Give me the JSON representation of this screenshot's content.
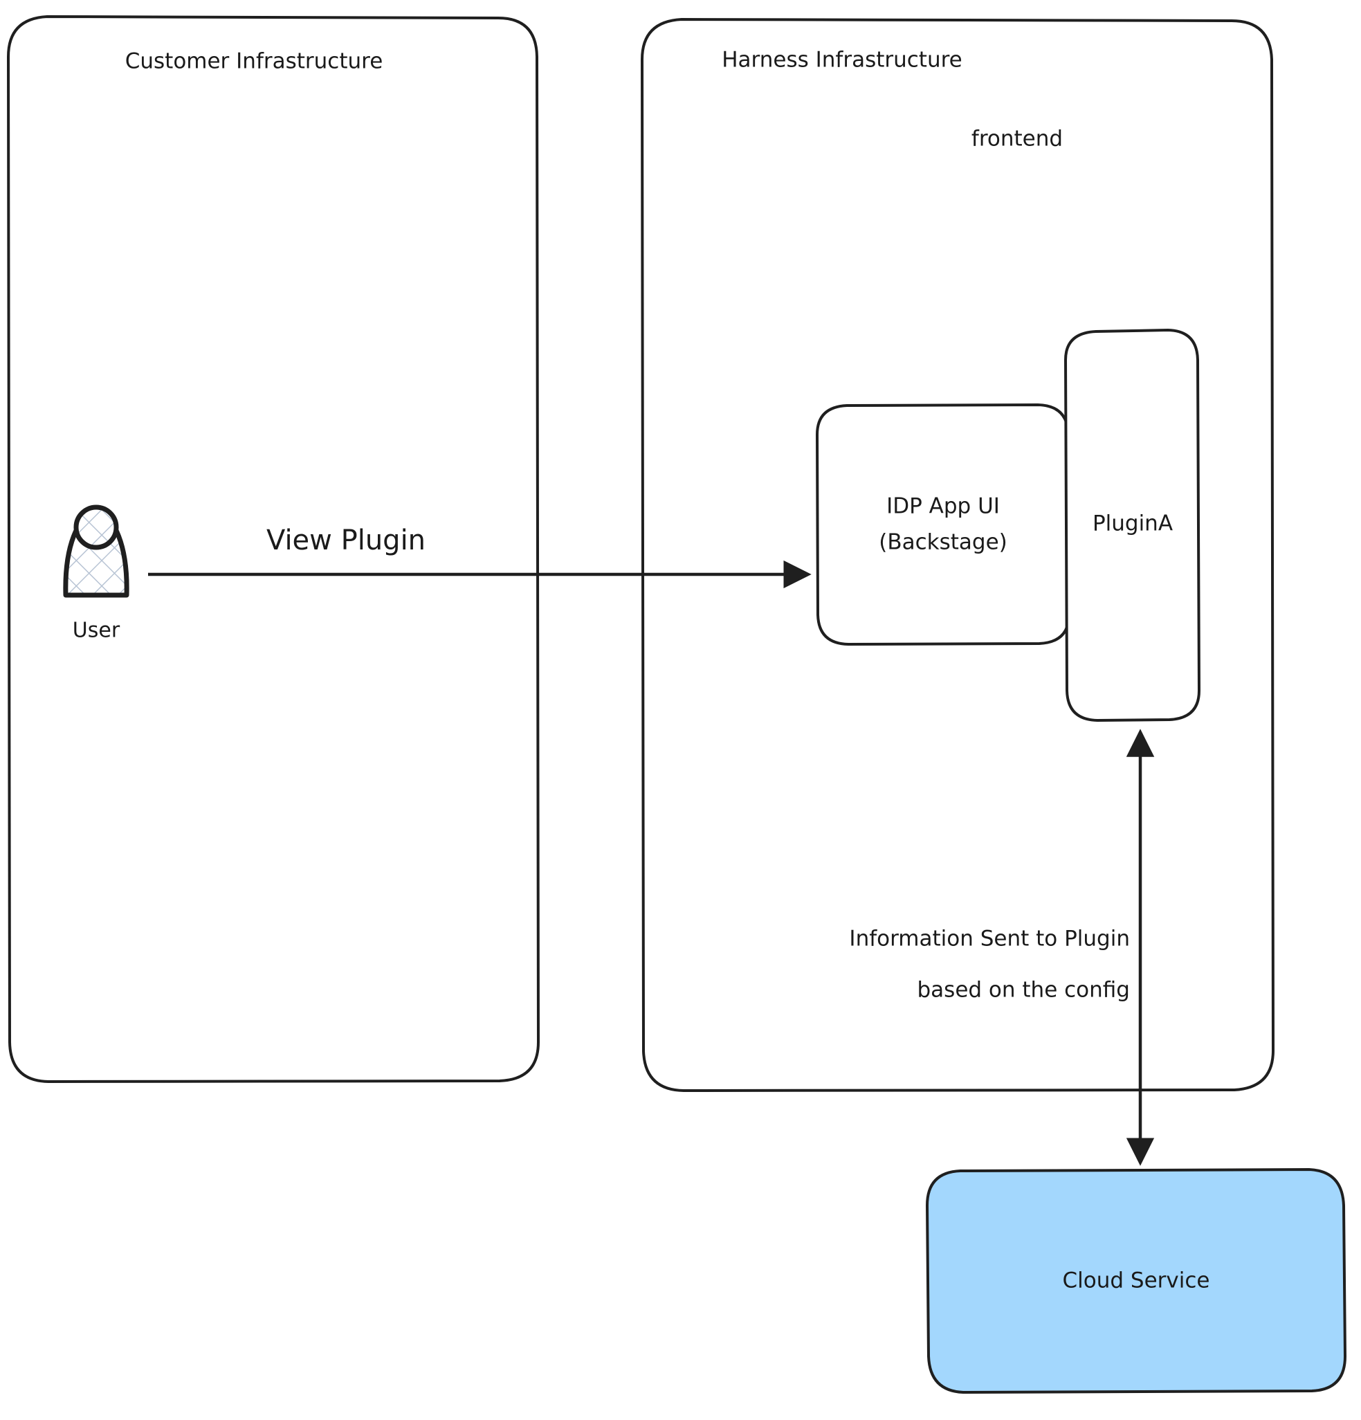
{
  "diagram": {
    "type": "architecture-flow",
    "background": "#ffffff",
    "stroke_color": "#1f1f1f",
    "text_color": "#1a1a1a",
    "containers": [
      {
        "id": "customer-infrastructure",
        "label": "Customer Infrastructure",
        "fill": "#ffffff"
      },
      {
        "id": "harness-infrastructure",
        "label": "Harness Infrastructure",
        "fill": "#ffffff"
      }
    ],
    "group_labels": [
      {
        "id": "frontend",
        "label": "frontend"
      }
    ],
    "nodes": [
      {
        "id": "user",
        "label": "User",
        "shape": "actor",
        "fill": "#ffffff"
      },
      {
        "id": "idp-app-ui",
        "label_line1": "IDP App UI",
        "label_line2": "(Backstage)",
        "shape": "rounded-rect",
        "fill": "#ffffff"
      },
      {
        "id": "plugin-a",
        "label": "PluginA",
        "shape": "rounded-rect",
        "fill": "#ffffff"
      },
      {
        "id": "cloud-service",
        "label": "Cloud Service",
        "shape": "rounded-rect",
        "fill": "#a3d7fd"
      }
    ],
    "edges": [
      {
        "id": "user-to-idp",
        "from": "user",
        "to": "idp-app-ui",
        "label": "View Plugin",
        "arrow": "single",
        "direction": "right"
      },
      {
        "id": "plugin-to-cloud",
        "from": "plugin-a",
        "to": "cloud-service",
        "label_line1": "Information Sent to Plugin",
        "label_line2": "based on the config",
        "arrow": "double",
        "direction": "vertical"
      }
    ],
    "colors": {
      "cloud_service_fill": "#a3d7fd",
      "stroke": "#1f1f1f",
      "hatch": "#b8c4d4"
    }
  }
}
